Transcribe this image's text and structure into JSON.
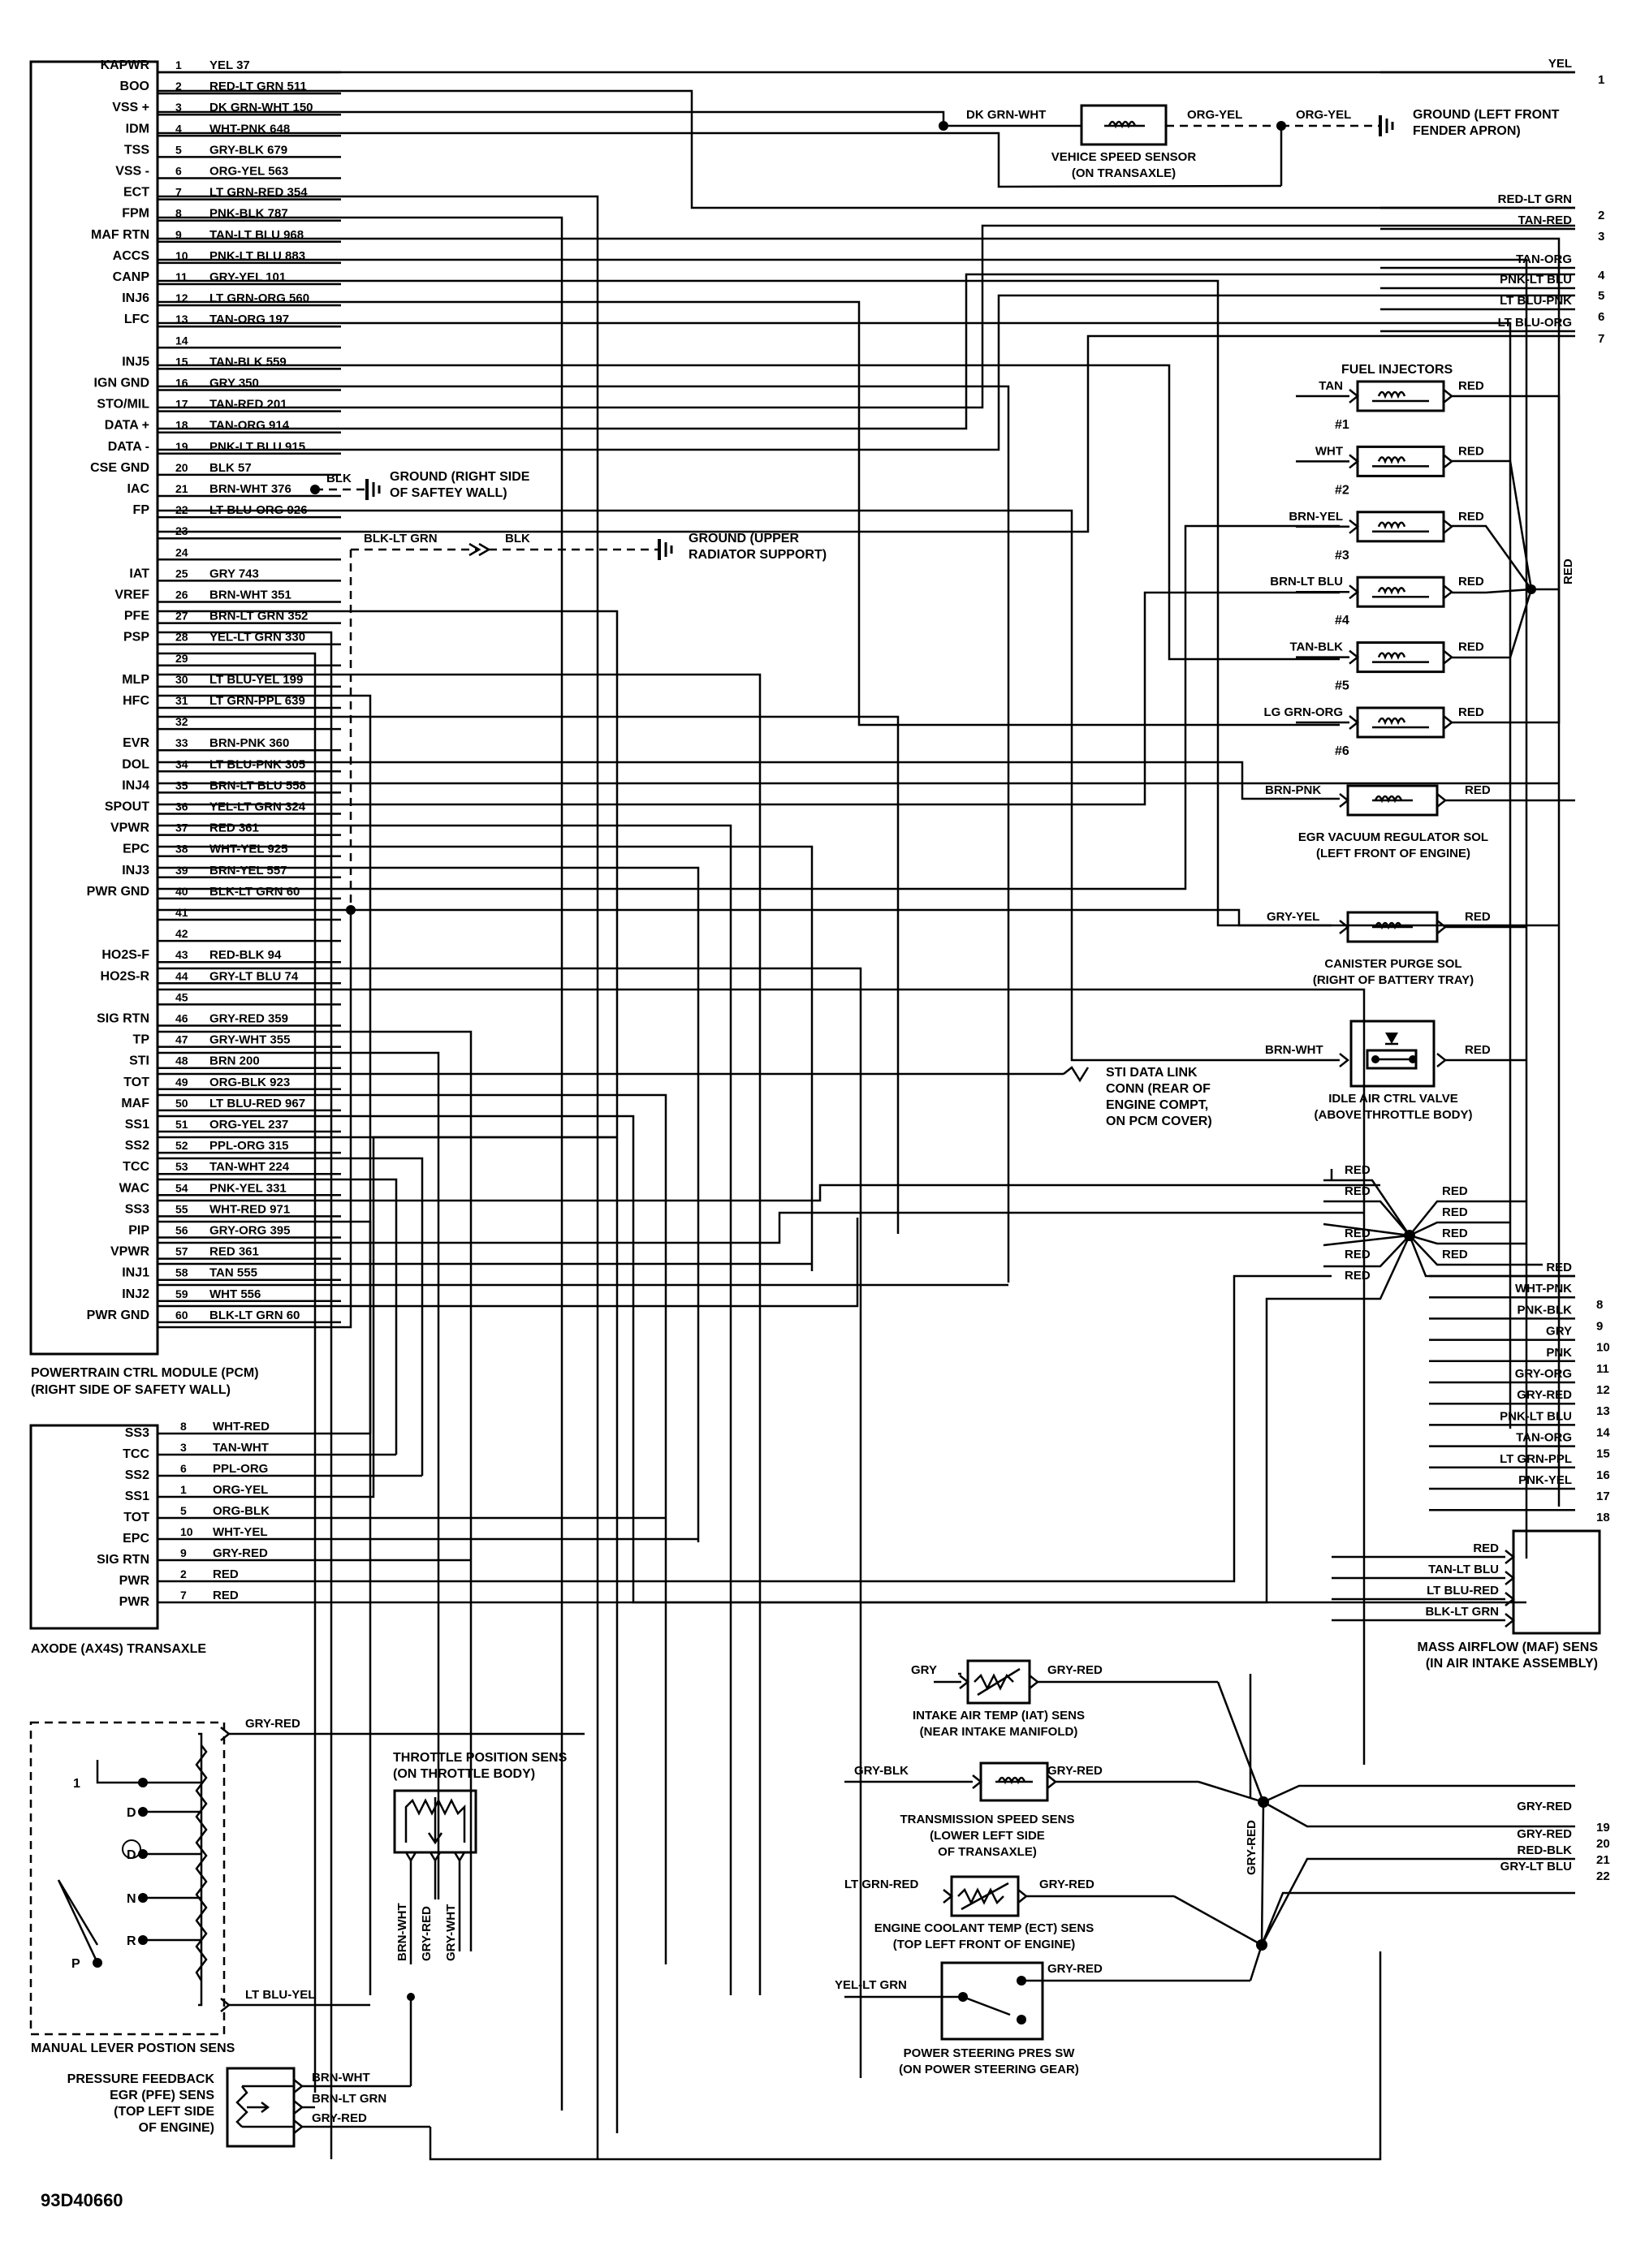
{
  "pcm": {
    "caption1": "POWERTRAIN CTRL MODULE (PCM)",
    "caption2": "(RIGHT SIDE OF SAFETY WALL)",
    "signals": [
      "KAPWR",
      "BOO",
      "VSS +",
      "IDM",
      "TSS",
      "VSS -",
      "ECT",
      "FPM",
      "MAF RTN",
      "ACCS",
      "CANP",
      "INJ6",
      "LFC",
      "",
      "INJ5",
      "IGN GND",
      "STO/MIL",
      "DATA +",
      "DATA -",
      "CSE GND",
      "IAC",
      "FP",
      "",
      "",
      "IAT",
      "VREF",
      "PFE",
      "PSP",
      "",
      "MLP",
      "HFC",
      "",
      "EVR",
      "DOL",
      "INJ4",
      "SPOUT",
      "VPWR",
      "EPC",
      "INJ3",
      "PWR GND",
      "",
      "",
      "HO2S-F",
      "HO2S-R",
      "",
      "SIG RTN",
      "TP",
      "STI",
      "TOT",
      "MAF",
      "SS1",
      "SS2",
      "TCC",
      "WAC",
      "SS3",
      "PIP",
      "VPWR",
      "INJ1",
      "INJ2",
      "PWR GND"
    ],
    "wires": [
      "YEL 37",
      "RED-LT GRN 511",
      "DK GRN-WHT 150",
      "WHT-PNK 648",
      "GRY-BLK 679",
      "ORG-YEL 563",
      "LT GRN-RED 354",
      "PNK-BLK 787",
      "TAN-LT BLU 968",
      "PNK-LT BLU 883",
      "GRY-YEL 101",
      "LT GRN-ORG 560",
      "TAN-ORG 197",
      "",
      "TAN-BLK 559",
      "GRY 350",
      "TAN-RED 201",
      "TAN-ORG 914",
      "PNK-LT BLU 915",
      "BLK 57",
      "BRN-WHT 376",
      "LT BLU-ORG 926",
      "",
      "",
      "GRY 743",
      "BRN-WHT 351",
      "BRN-LT GRN 352",
      "YEL-LT GRN 330",
      "",
      "LT BLU-YEL 199",
      "LT GRN-PPL 639",
      "",
      "BRN-PNK 360",
      "LT BLU-PNK 305",
      "BRN-LT BLU 558",
      "YEL-LT GRN 324",
      "RED 361",
      "WHT-YEL 925",
      "BRN-YEL 557",
      "BLK-LT GRN 60",
      "",
      "",
      "RED-BLK 94",
      "GRY-LT BLU 74",
      "",
      "GRY-RED 359",
      "GRY-WHT 355",
      "BRN 200",
      "ORG-BLK 923",
      "LT BLU-RED 967",
      "ORG-YEL 237",
      "PPL-ORG 315",
      "TAN-WHT 224",
      "PNK-YEL 331",
      "WHT-RED 971",
      "GRY-ORG 395",
      "RED 361",
      "TAN 555",
      "WHT 556",
      "BLK-LT GRN 60"
    ]
  },
  "transaxle": {
    "caption": "AXODE (AX4S) TRANSAXLE",
    "rows": [
      {
        "sig": "SS3",
        "pin": "8",
        "wire": "WHT-RED"
      },
      {
        "sig": "TCC",
        "pin": "3",
        "wire": "TAN-WHT"
      },
      {
        "sig": "SS2",
        "pin": "6",
        "wire": "PPL-ORG"
      },
      {
        "sig": "SS1",
        "pin": "1",
        "wire": "ORG-YEL"
      },
      {
        "sig": "TOT",
        "pin": "5",
        "wire": "ORG-BLK"
      },
      {
        "sig": "EPC",
        "pin": "10",
        "wire": "WHT-YEL"
      },
      {
        "sig": "SIG RTN",
        "pin": "9",
        "wire": "GRY-RED"
      },
      {
        "sig": "PWR",
        "pin": "2",
        "wire": "RED"
      },
      {
        "sig": "PWR",
        "pin": "7",
        "wire": "RED"
      }
    ]
  },
  "ground_pcm": {
    "wire": "BLK",
    "line1": "GROUND (RIGHT SIDE",
    "line2": "OF SAFTEY WALL)"
  },
  "ground_radiator": {
    "wire1": "BLK-LT GRN",
    "wire2": "BLK",
    "line1": "GROUND (UPPER",
    "line2": "RADIATOR SUPPORT)"
  },
  "vss": {
    "wire_in": "DK GRN-WHT",
    "wire_out1": "ORG-YEL",
    "wire_out2": "ORG-YEL",
    "line1": "VEHICE SPEED SENSOR",
    "line2": "(ON TRANSAXLE)",
    "ground1": "GROUND (LEFT FRONT",
    "ground2": "FENDER APRON)"
  },
  "injectors": {
    "title": "FUEL INJECTORS",
    "items": [
      {
        "wire": "TAN",
        "num": "#1"
      },
      {
        "wire": "WHT",
        "num": "#2"
      },
      {
        "wire": "BRN-YEL",
        "num": "#3"
      },
      {
        "wire": "BRN-LT BLU",
        "num": "#4"
      },
      {
        "wire": "TAN-BLK",
        "num": "#5"
      },
      {
        "wire": "LG GRN-ORG",
        "num": "#6"
      }
    ],
    "out_wire": "RED",
    "bus_wire": "RED"
  },
  "egr_sol": {
    "wire": "BRN-PNK",
    "out": "RED",
    "line1": "EGR VACUUM REGULATOR SOL",
    "line2": "(LEFT FRONT OF ENGINE)"
  },
  "canister": {
    "wire": "GRY-YEL",
    "out": "RED",
    "line1": "CANISTER PURGE SOL",
    "line2": "(RIGHT OF BATTERY TRAY)"
  },
  "iac": {
    "wire": "BRN-WHT",
    "out": "RED",
    "line1": "IDLE AIR CTRL VALVE",
    "line2": "(ABOVE THROTTLE BODY)"
  },
  "sti": {
    "line1": "STI DATA LINK",
    "line2": "CONN (REAR OF",
    "line3": "ENGINE COMPT,",
    "line4": "ON PCM COVER)"
  },
  "right_top": [
    {
      "wire": "YEL",
      "num": "1"
    },
    {
      "wire": "RED-LT GRN",
      "num": "2"
    },
    {
      "wire": "TAN-RED",
      "num": "3"
    },
    {
      "wire": "TAN-ORG",
      "num": "4"
    },
    {
      "wire": "PNK-LT BLU",
      "num": "5"
    },
    {
      "wire": "LT BLU-PNK",
      "num": "6"
    },
    {
      "wire": "LT BLU-ORG",
      "num": "7"
    }
  ],
  "splice_reds": [
    "RED",
    "RED",
    "RED",
    "RED",
    "RED",
    "RED",
    "RED",
    "RED",
    "RED",
    "RED"
  ],
  "right_mid": [
    {
      "wire": "RED",
      "num": ""
    },
    {
      "wire": "WHT-PNK",
      "num": "8"
    },
    {
      "wire": "PNK-BLK",
      "num": "9"
    },
    {
      "wire": "GRY",
      "num": "10"
    },
    {
      "wire": "PNK",
      "num": "11"
    },
    {
      "wire": "GRY-ORG",
      "num": "12"
    },
    {
      "wire": "GRY-RED",
      "num": "13"
    },
    {
      "wire": "PNK-LT BLU",
      "num": "14"
    },
    {
      "wire": "TAN-ORG",
      "num": "15"
    },
    {
      "wire": "LT GRN-PPL",
      "num": "16"
    },
    {
      "wire": "PNK-YEL",
      "num": "17"
    },
    {
      "wire": "",
      "num": "18"
    }
  ],
  "maf": {
    "wires": [
      "RED",
      "TAN-LT BLU",
      "LT BLU-RED",
      "BLK-LT GRN"
    ],
    "line1": "MASS AIRFLOW (MAF) SENS",
    "line2": "(IN AIR INTAKE ASSEMBLY)"
  },
  "iat": {
    "wire_in": "GRY",
    "wire_out": "GRY-RED",
    "line1": "INTAKE AIR TEMP (IAT) SENS",
    "line2": "(NEAR INTAKE MANIFOLD)"
  },
  "tss": {
    "wire_in": "GRY-BLK",
    "wire_out": "GRY-RED",
    "line1": "TRANSMISSION SPEED SENS",
    "line2": "(LOWER LEFT SIDE",
    "line3": "OF TRANSAXLE)"
  },
  "ect": {
    "wire_in": "LT GRN-RED",
    "wire_out": "GRY-RED",
    "line1": "ENGINE COOLANT TEMP (ECT) SENS",
    "line2": "(TOP LEFT FRONT OF ENGINE)"
  },
  "psp": {
    "wire_in": "YEL-LT GRN",
    "wire_out": "GRY-RED",
    "line1": "POWER STEERING PRES SW",
    "line2": "(ON POWER STEERING GEAR)"
  },
  "right_bottom": [
    {
      "wire": "GRY-RED",
      "num": "19"
    },
    {
      "wire": "GRY-RED",
      "num": "20"
    },
    {
      "wire": "RED-BLK",
      "num": "21"
    },
    {
      "wire": "GRY-LT BLU",
      "num": "22"
    }
  ],
  "gry_red_vertical": "GRY-RED",
  "tps": {
    "line1": "THROTTLE POSITION SENS",
    "line2": "(ON THROTTLE BODY)",
    "wires": [
      "BRN-WHT",
      "GRY-RED",
      "GRY-WHT"
    ]
  },
  "mlp": {
    "caption": "MANUAL LEVER POSTION SENS",
    "wire_top": "GRY-RED",
    "wire_bottom": "LT BLU-YEL",
    "positions": [
      "1",
      "D",
      "D",
      "N",
      "R",
      "P"
    ]
  },
  "pfe": {
    "line1": "PRESSURE FEEDBACK",
    "line2": "EGR (PFE) SENS",
    "line3": "(TOP LEFT SIDE",
    "line4": "OF ENGINE)",
    "wires": [
      "BRN-WHT",
      "BRN-LT GRN",
      "GRY-RED"
    ]
  },
  "figure_id": "93D40660"
}
